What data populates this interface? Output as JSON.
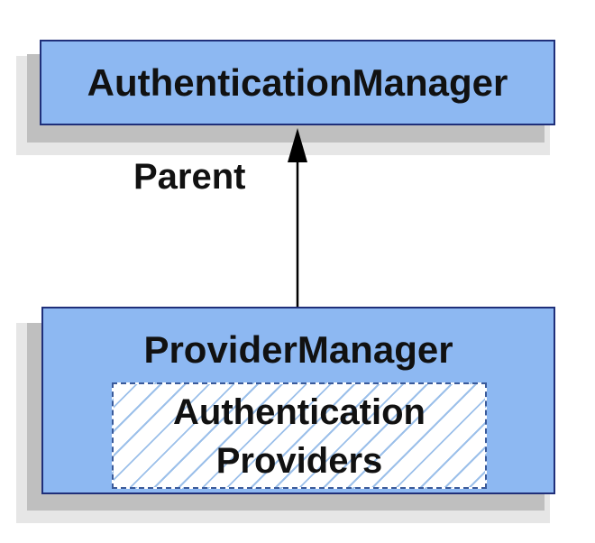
{
  "nodes": {
    "top": {
      "label": "AuthenticationManager"
    },
    "bottom": {
      "label": "ProviderManager",
      "inner": {
        "line1": "Authentication",
        "line2": "Providers"
      }
    }
  },
  "edge": {
    "label": "Parent",
    "from": "bottom",
    "to": "top"
  },
  "colors": {
    "box_fill": "#8db8f2",
    "box_border": "#1f2f7a",
    "shadow": "#bfbfbf",
    "hatch": "#9cc0ea",
    "inner_border": "#3a5a9a",
    "arrow": "#000000"
  }
}
